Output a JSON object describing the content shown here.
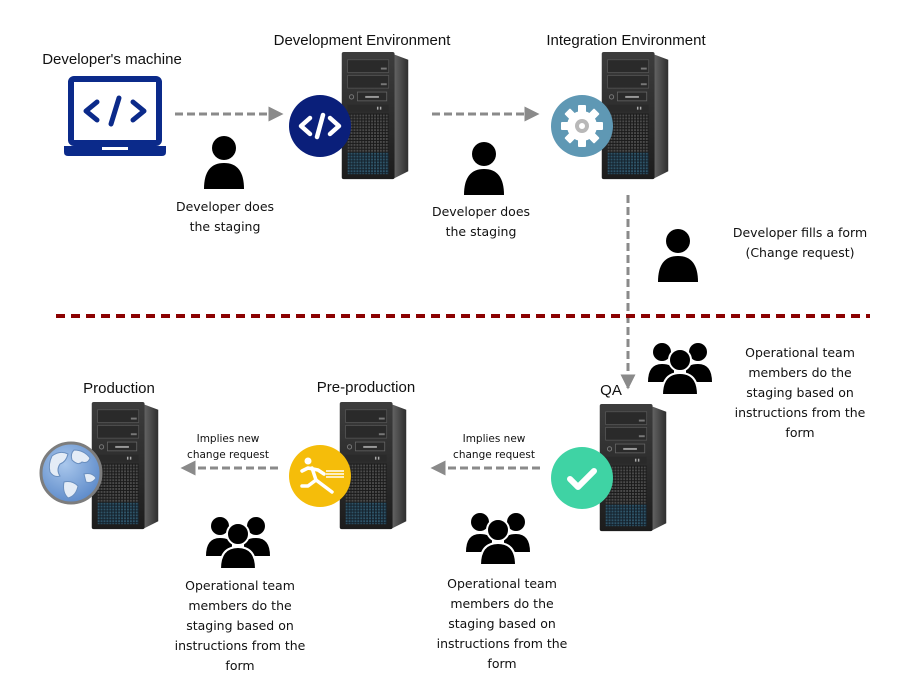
{
  "diagram": {
    "colors": {
      "arrow": "#8a8a8a",
      "divider": "#8b0000",
      "laptop": "#0b2a8a",
      "dev_badge": "#0a1f7a",
      "integration_badge": "#5f98b4",
      "qa_badge": "#3fd3a4",
      "preprod_badge": "#f5bd0a",
      "globe": "#7aa6d8"
    },
    "nodes": {
      "dev_machine": {
        "title": "Developer's machine",
        "icon": "laptop-code-icon"
      },
      "dev_env": {
        "title": "Development Environment",
        "icon": "code-badge-icon"
      },
      "integration_env": {
        "title": "Integration Environment",
        "icon": "gear-badge-icon"
      },
      "qa": {
        "title": "QA",
        "icon": "check-badge-icon"
      },
      "preprod": {
        "title": "Pre-production",
        "icon": "running-man-badge-icon"
      },
      "production": {
        "title": "Production",
        "icon": "globe-icon"
      }
    },
    "actors": {
      "dev_staging_1": {
        "icon": "person-icon",
        "lines": [
          "Developer does",
          "the staging"
        ]
      },
      "dev_staging_2": {
        "icon": "person-icon",
        "lines": [
          "Developer does",
          "the staging"
        ]
      },
      "dev_form": {
        "icon": "person-icon",
        "lines": [
          "Developer fills a form",
          "(Change request)"
        ]
      },
      "ops_qa": {
        "icon": "group-icon",
        "lines": [
          "Operational team",
          "members do the",
          "staging based on",
          "instructions from the",
          "form"
        ]
      },
      "ops_preprod": {
        "icon": "group-icon",
        "lines": [
          "Operational team",
          "members do the",
          "staging based on",
          "instructions from the",
          "form"
        ]
      },
      "ops_prod": {
        "icon": "group-icon",
        "lines": [
          "Operational team",
          "members do the",
          "staging based on",
          "instructions from the",
          "form"
        ]
      }
    },
    "arrow_labels": {
      "qa_to_preprod": [
        "Implies new",
        "change request"
      ],
      "preprod_to_prod": [
        "Implies new",
        "change request"
      ]
    }
  }
}
